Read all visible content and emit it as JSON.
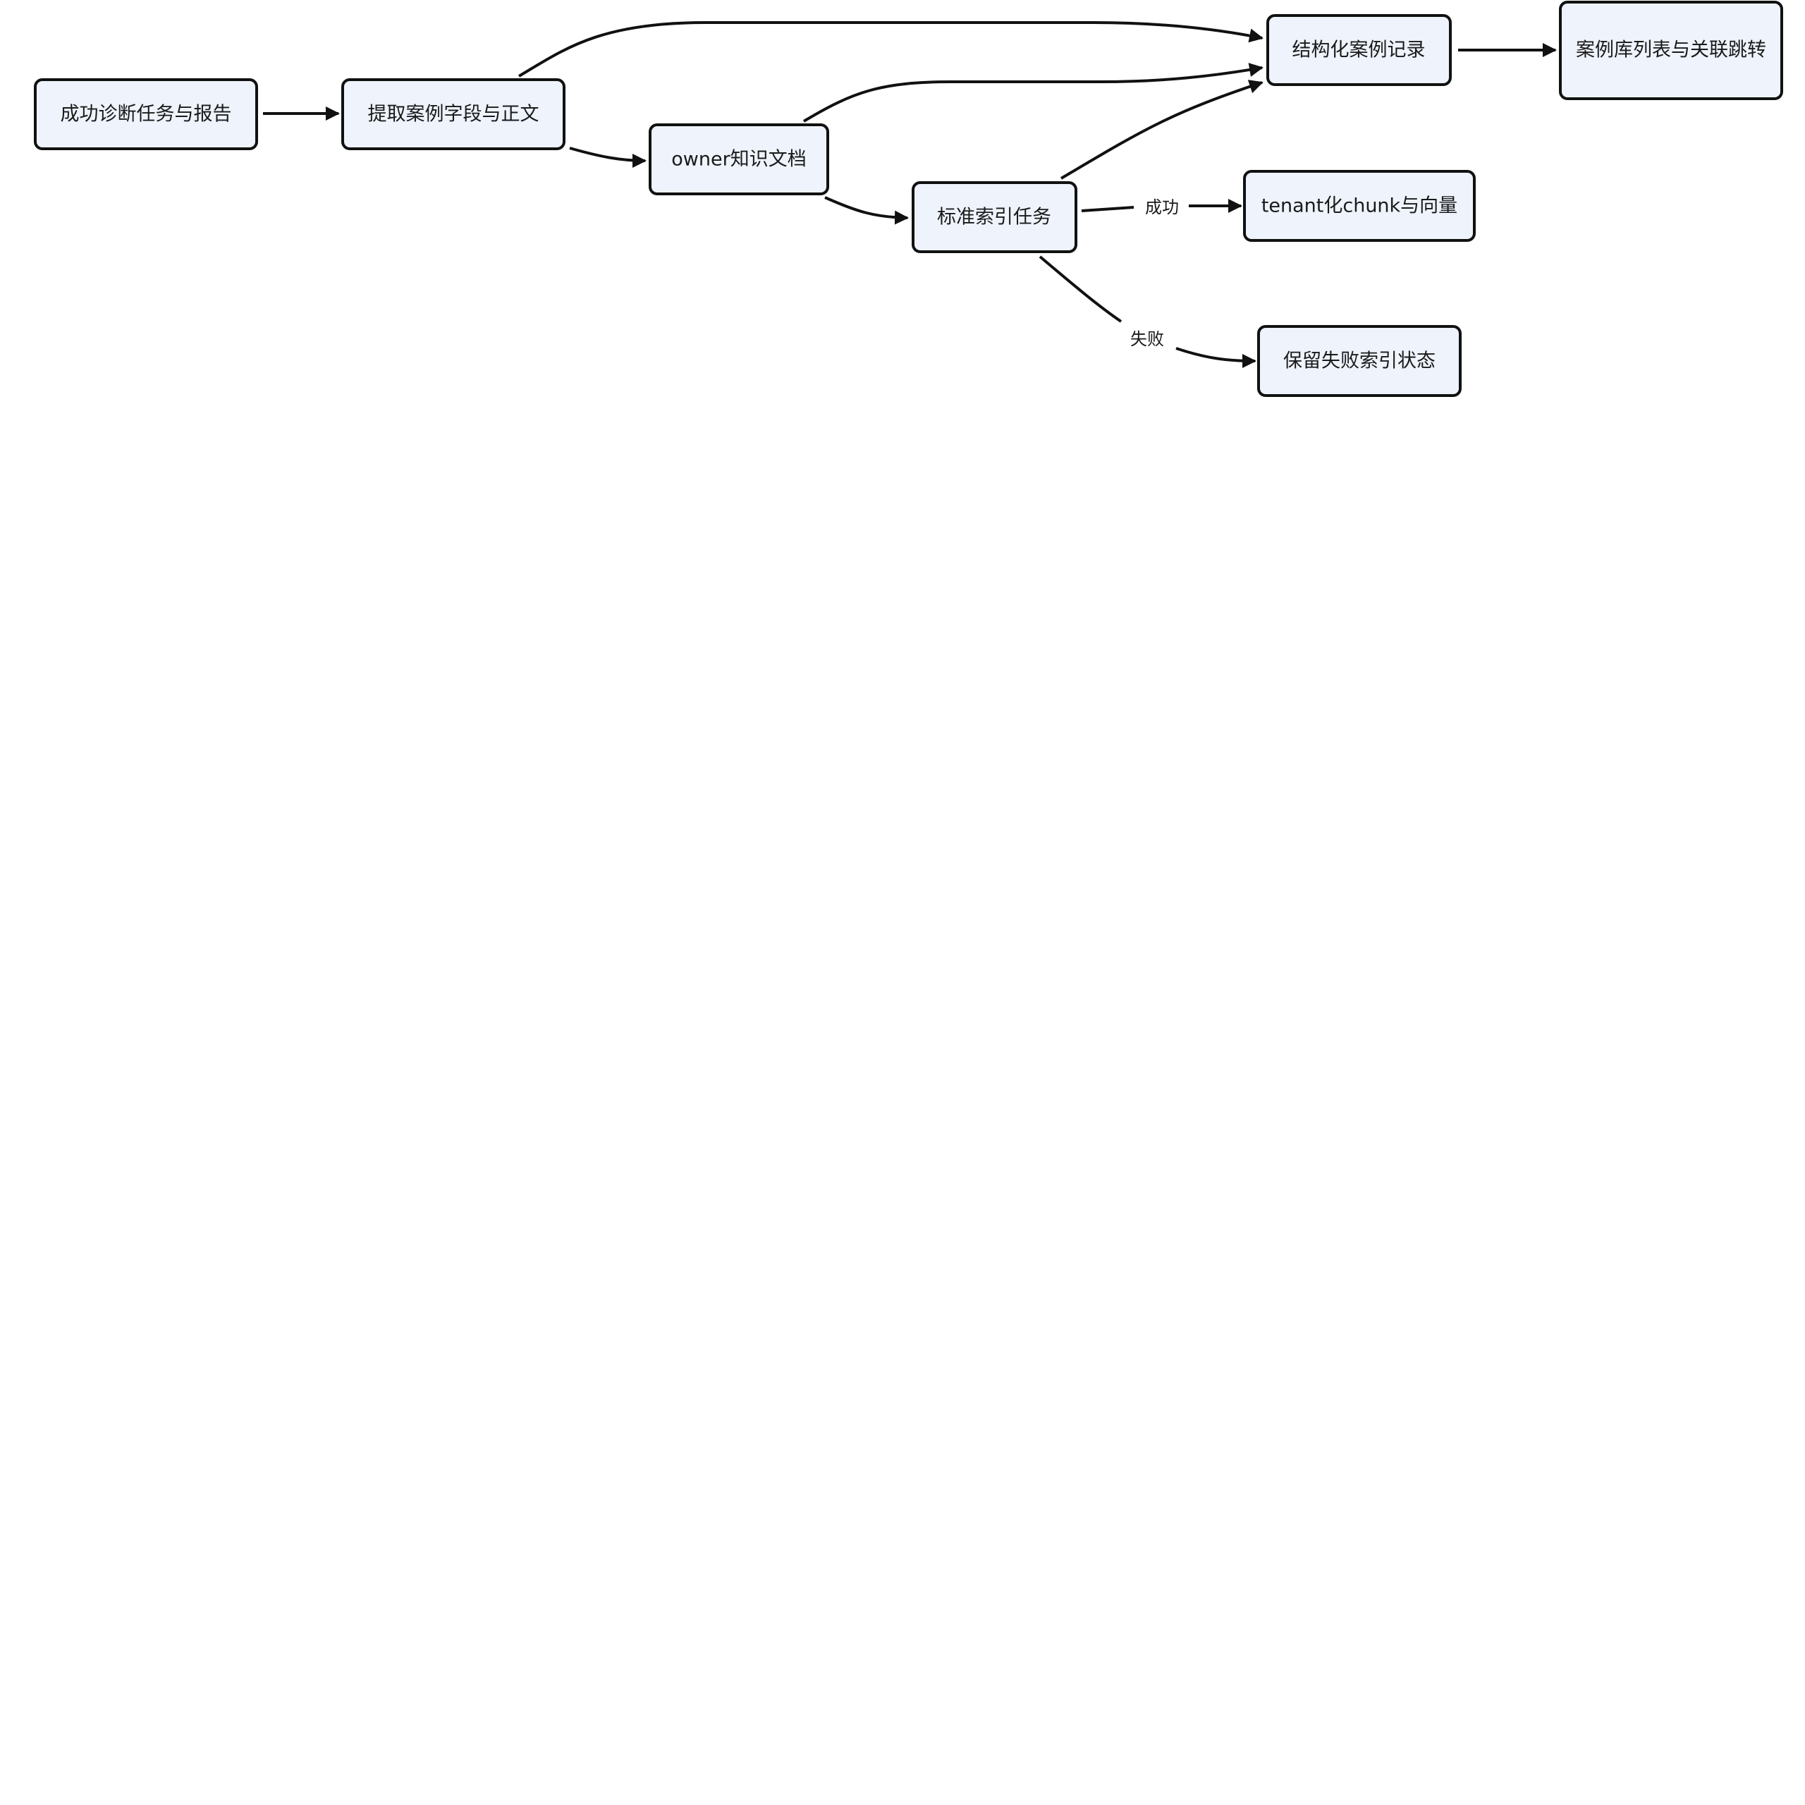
{
  "nodes": {
    "diag_task": "成功诊断任务与报告",
    "extract": "提取案例字段与正文",
    "owner_doc": "owner知识文档",
    "index_task": "标准索引任务",
    "record": "结构化案例记录",
    "case_list": "案例库列表与关联跳转",
    "tenant_chunk": "tenant化chunk与向量",
    "keep_failed": "保留失败索引状态"
  },
  "edges": {
    "success_label": "成功",
    "fail_label": "失败"
  },
  "colors": {
    "node_fill": "#eef3fc",
    "stroke": "#111111",
    "text": "#1a1a1a"
  }
}
